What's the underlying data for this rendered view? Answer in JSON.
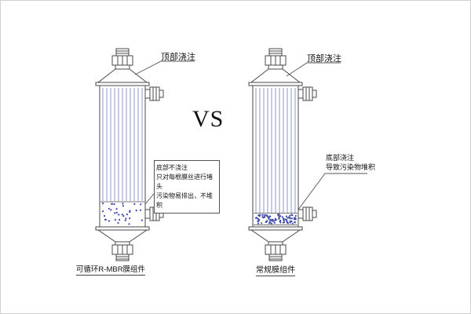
{
  "vs_label": "VS",
  "left_module": {
    "top_label": "顶部浇注",
    "bottom_note_lines": [
      "底部不浇注",
      "只对每根膜丝进行堵头",
      "污染物易排出，不堆积"
    ],
    "caption": "可循环R-MBR膜组件"
  },
  "right_module": {
    "top_label": "顶部浇注",
    "bottom_note_lines": [
      "底部浇注",
      "导致污染物堆积"
    ],
    "caption": "常规膜组件"
  },
  "colors": {
    "line": "#4a4a4a",
    "fiber": "#a9aed4",
    "dot": "#3c49a8",
    "leader": "#555555",
    "background": "#ffffff",
    "border": "#d0d0d0"
  }
}
